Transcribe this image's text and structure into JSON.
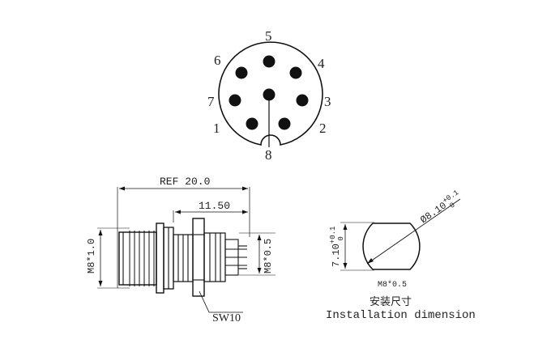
{
  "pin_connector": {
    "pins": [
      {
        "number": "1"
      },
      {
        "number": "2"
      },
      {
        "number": "3"
      },
      {
        "number": "4"
      },
      {
        "number": "5"
      },
      {
        "number": "6"
      },
      {
        "number": "7"
      },
      {
        "number": "8"
      }
    ]
  },
  "side_view": {
    "ref_dimension": "REF 20.0",
    "length_dimension": "11.50",
    "left_thread": "M8*1.0",
    "right_thread": "M8*0.5",
    "wrench_size": "SW10"
  },
  "installation": {
    "hole_diameter": "Ø8.10",
    "hole_diameter_tol_upper": "+0.1",
    "hole_diameter_tol_lower": "0",
    "flat_width": "7.10",
    "flat_width_tol_upper": "+0.1",
    "flat_width_tol_lower": "0",
    "thread": "M8*0.5",
    "title_cn": "安装尺寸",
    "title_en": "Installation dimension"
  }
}
